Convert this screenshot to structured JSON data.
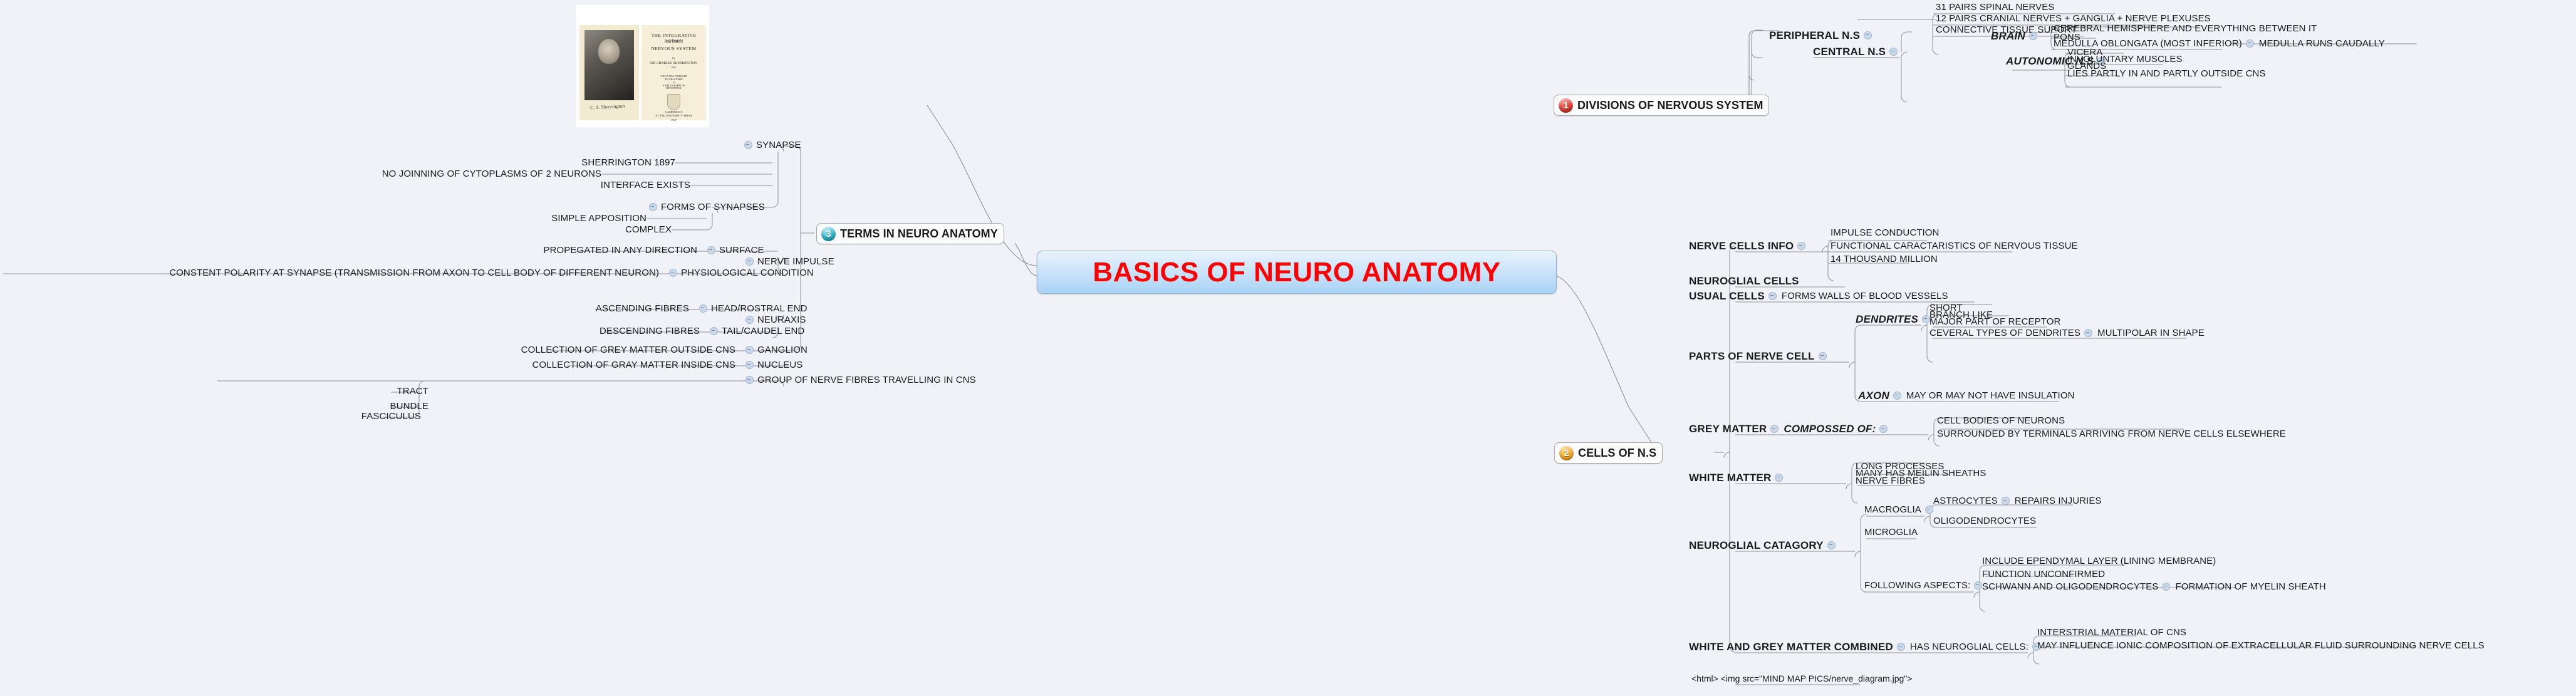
{
  "meta": {
    "domain": "mind-map",
    "root_title": "BASICS OF NEURO ANATOMY",
    "background_color": "#f0f2f7",
    "root_text_color": "#ff0000",
    "root_fill_top": "#e8f3fd",
    "root_fill_bottom": "#a8d3f6"
  },
  "thumbnail": {
    "name": "sherrington-book-scan",
    "title_line1": "THE INTEGRATIVE ACTION",
    "title_line2": "OF THE",
    "title_line3": "NERVOUS SYSTEM",
    "byline": "by",
    "author": "SIR CHARLES SHERRINGTON",
    "author_post": "O.M.",
    "note_line1": "WITH A NEW FOREWORD",
    "note_line2": "BY THE AUTHOR",
    "note_line3": "&",
    "note_line4": "A BIBLIOGRAPHY OF",
    "note_line5": "HIS WRITINGS",
    "imprint_line1": "CAMBRIDGE",
    "imprint_line2": "AT THE UNIVERSITY PRESS",
    "imprint_line3": "1947",
    "signature": "C. S. Sherrington"
  },
  "branches": {
    "divisions": {
      "icon": "number-1-icon",
      "icon_number": "1",
      "icon_color": "#e0382c",
      "label": "DIVISIONS OF NERVOUS SYSTEM",
      "peripheral": {
        "label": "PERIPHERAL N.S",
        "children": [
          "31 PAIRS SPINAL NERVES",
          "12 PAIRS CRANIAL NERVES + GANGLIA + NERVE PLEXUSES",
          "CONNECTIVE TISSUE SUPORT"
        ]
      },
      "central": {
        "label": "CENTRAL N.S",
        "brain": {
          "label": "BRAIN",
          "children": [
            "CEREBRAL HEMISPHERE AND EVERYTHING BETWEEN IT",
            "PONS",
            "MEDULLA OBLONGATA (MOST INFERIOR)"
          ],
          "medulla_detail": "MEDULLA RUNS CAUDALLY"
        },
        "autonomic": {
          "label": "AUTONOMIC N.S",
          "children": [
            "VICERA",
            "INVOLUNTARY MUSCLES",
            "GLANDS",
            "LIES PARTLY IN AND PARTLY OUTSIDE CNS"
          ]
        }
      }
    },
    "cells": {
      "icon": "number-2-icon",
      "icon_number": "2",
      "icon_color": "#f9a726",
      "label": "CELLS OF N.S",
      "nerve_cells_info": {
        "label": "NERVE CELLS INFO",
        "children": [
          "IMPULSE CONDUCTION",
          "FUNCTIONAL CARACTARISTICS OF NERVOUS TISSUE",
          "14 THOUSAND MILLION"
        ]
      },
      "neuroglial_cells": {
        "label": "NEUROGLIAL CELLS"
      },
      "usual_cells": {
        "label": "USUAL CELLS",
        "detail": "FORMS WALLS OF BLOOD VESSELS"
      },
      "parts_of_nerve_cell": {
        "label": "PARTS OF NERVE CELL",
        "dendrites": {
          "label": "DENDRITES",
          "children": [
            "SHORT",
            "BRANCH LIKE",
            "MAJOR PART OF RECEPTOR",
            "CEVERAL TYPES OF DENDRITES"
          ],
          "dendrite_types_detail": "MULTIPOLAR IN SHAPE"
        },
        "axon": {
          "label": "AXON",
          "detail": "MAY OR MAY NOT HAVE INSULATION"
        }
      },
      "grey_matter": {
        "label": "GREY MATTER",
        "composed_of_label": "COMPOSSED OF:",
        "children": [
          "CELL BODIES OF NEURONS",
          "SURROUNDED BY TERMINALS ARRIVING FROM NERVE CELLS ELSEWHERE"
        ]
      },
      "white_matter": {
        "label": "WHITE MATTER",
        "children": [
          "LONG PROCESSES",
          "MANY HAS MEILIN SHEATHS",
          "NERVE FIBRES"
        ]
      },
      "neuroglial_catagory": {
        "label": "NEUROGLIAL CATAGORY",
        "macroglia": {
          "label": "MACROGLIA",
          "children": [
            "ASTROCYTES",
            "OLIGODENDROCYTES"
          ],
          "astrocytes_detail": "REPAIRS INJURIES"
        },
        "microglia": {
          "label": "MICROGLIA"
        },
        "following_aspects": {
          "label": "FOLLOWING ASPECTS:",
          "children": [
            "INCLUDE EPENDYMAL LAYER (LINING MEMBRANE)",
            "FUNCTION UNCONFIRMED",
            "SCHWANN AND OLIGODENDROCYTES"
          ],
          "schwann_detail": "FORMATION OF MYELIN SHEATH"
        }
      },
      "white_and_grey_combined": {
        "label": "WHITE AND GREY MATTER COMBINED",
        "has_neuroglial_label": "HAS NEUROGLIAL CELLS:",
        "children": [
          "INTERSTRIAL MATERIAL OF CNS",
          "MAY INFLUENCE IONIC COMPOSITION OF EXTRACELLULAR FLUID SURROUNDING NERVE CELLS"
        ]
      },
      "html_leaf": "<html> <img src=\"MIND MAP PICS/nerve_diagram.jpg\">"
    },
    "terms": {
      "icon": "number-3-icon",
      "icon_number": "3",
      "icon_color": "#29b3cf",
      "label": "TERMS IN NEURO ANATOMY",
      "synapse": {
        "label": "SYNAPSE",
        "children": [
          "SHERRINGTON 1897",
          "NO JOINNING OF CYTOPLASMS OF 2 NEURONS",
          "INTERFACE EXISTS"
        ],
        "forms_of_synapses": {
          "label": "FORMS OF SYNAPSES",
          "children": [
            "SIMPLE APPOSITION",
            "COMPLEX"
          ]
        }
      },
      "nerve_impulse": {
        "label": "NERVE IMPULSE",
        "surface": {
          "label": "SURFACE",
          "detail": "PROPEGATED IN ANY DIRECTION"
        },
        "physiological_condition": {
          "label": "PHYSIOLOGICAL CONDITION",
          "detail": "CONSTENT POLARITY AT SYNAPSE (TRANSMISSION FROM AXON TO CELL BODY OF DIFFERENT NEURON)"
        }
      },
      "neuraxis": {
        "label": "NEURAXIS",
        "head_rostral": {
          "label": "HEAD/ROSTRAL END",
          "detail": "ASCENDING FIBRES"
        },
        "tail_caudal": {
          "label": "TAIL/CAUDEL END",
          "detail": "DESCENDING FIBRES"
        }
      },
      "ganglion": {
        "label": "GANGLION",
        "detail": "COLLECTION OF GREY MATTER OUTSIDE CNS"
      },
      "nucleus": {
        "label": "NUCLEUS",
        "detail": "COLLECTION OF GRAY MATTER INSIDE CNS"
      },
      "group_of_nerve_fibres": {
        "label": "GROUP OF NERVE FIBRES TRAVELLING IN CNS",
        "children": [
          "TRACT",
          "BUNDLE",
          "FASCICULUS"
        ]
      }
    }
  }
}
